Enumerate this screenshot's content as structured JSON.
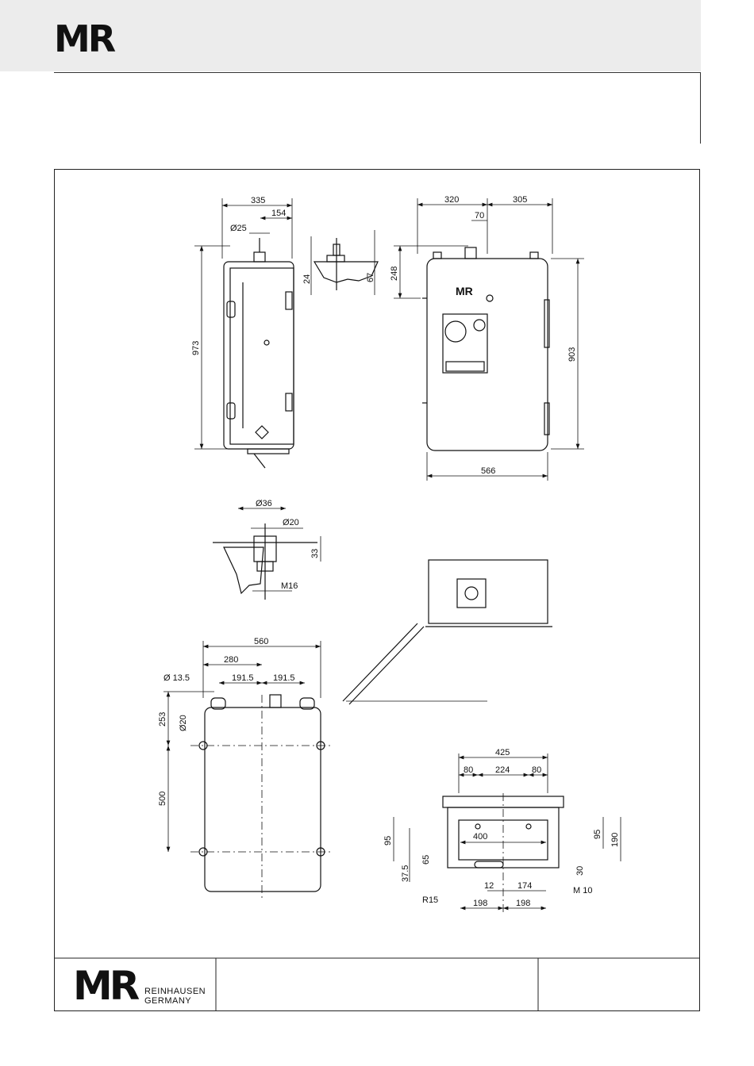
{
  "header": {
    "logo": "MR"
  },
  "title_block": {
    "logo": "MR",
    "company_line1": "REINHAUSEN",
    "company_line2": "GERMANY"
  },
  "dimensions": {
    "side_view": {
      "width": "335",
      "offset": "154",
      "diameter": "Ø25",
      "height": "973"
    },
    "detail": {
      "a": "24",
      "b": "67"
    },
    "front_view": {
      "left": "320",
      "right": "305",
      "offset": "70",
      "top": "248",
      "height": "903",
      "width": "566"
    },
    "bolt_detail": {
      "outer": "Ø36",
      "inner": "Ø20",
      "depth": "33",
      "thread": "M16"
    },
    "bottom_view": {
      "width": "560",
      "half": "280",
      "left": "191.5",
      "right": "191.5",
      "hole": "Ø 13.5",
      "top": "253",
      "hole2": "Ø20",
      "spacing": "500"
    },
    "base_view": {
      "width": "425",
      "a": "80",
      "b": "224",
      "c": "80",
      "inner": "400",
      "v1": "95",
      "v2": "65",
      "v3": "37.5",
      "r": "95",
      "h": "190",
      "d": "30",
      "e": "12",
      "f": "174",
      "g": "198",
      "h2": "198",
      "radius": "R15",
      "thread": "M 10"
    }
  }
}
